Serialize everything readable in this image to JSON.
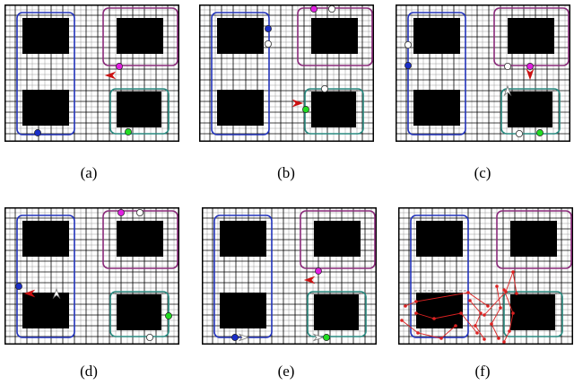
{
  "colors": {
    "frame": "#000000",
    "grid": "#000000",
    "grid_fine": "#9a9a9a",
    "obstacle": "#000000",
    "route_blue": "#2233bb",
    "route_purple": "#8a2a7a",
    "route_teal": "#2a8a80",
    "agent_blue": "#1a2ec8",
    "agent_magenta": "#e020e0",
    "agent_green": "#22dd22",
    "goal_empty": "#ffffff",
    "arrow_red": "#cc1111",
    "arrow_gray": "#777777",
    "path_red": "#dd2222",
    "path_dashed_gray": "#888888"
  },
  "icons": {
    "agent": "filled-circle",
    "goal": "hollow-circle",
    "heading": "triangle-arrow"
  },
  "panels": [
    {
      "id": "a",
      "caption": "(a)"
    },
    {
      "id": "b",
      "caption": "(b)"
    },
    {
      "id": "c",
      "caption": "(c)"
    },
    {
      "id": "d",
      "caption": "(d)"
    },
    {
      "id": "e",
      "caption": "(e)"
    },
    {
      "id": "f",
      "caption": "(f)"
    }
  ]
}
